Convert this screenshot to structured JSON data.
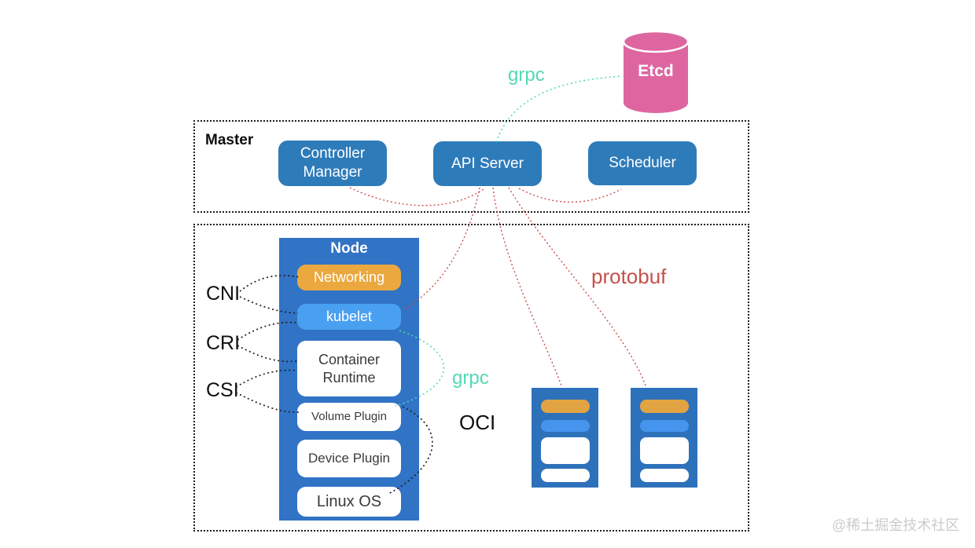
{
  "etcd": {
    "label": "Etcd"
  },
  "protocol_labels": {
    "grpc_top": "grpc",
    "grpc_mid": "grpc",
    "protobuf": "protobuf",
    "oci": "OCI"
  },
  "interface_labels": {
    "cni": "CNI",
    "cri": "CRI",
    "csi": "CSI"
  },
  "master": {
    "title": "Master",
    "components": [
      {
        "label": "Controller Manager"
      },
      {
        "label": "API Server"
      },
      {
        "label": "Scheduler"
      }
    ]
  },
  "node": {
    "title": "Node",
    "components": [
      {
        "label": "Networking",
        "color": "#eaa83f"
      },
      {
        "label": "kubelet",
        "color": "#4aa0f0"
      },
      {
        "label": "Container Runtime",
        "color": "#ffffff"
      },
      {
        "label": "Volume Plugin",
        "color": "#ffffff"
      },
      {
        "label": "Device Plugin",
        "color": "#ffffff"
      },
      {
        "label": "Linux OS",
        "color": "#ffffff"
      }
    ]
  },
  "watermark": "@稀土掘金技术社区",
  "colors": {
    "master_component_blue": "#2e7bba",
    "node_panel_blue": "#3173c5",
    "mini_node_blue": "#2e71bb",
    "mini_bar_orange": "#e2a342",
    "mini_bar_blue": "#4595ef",
    "etcd_pink": "#dd66a1",
    "grpc_teal": "#54d9b4",
    "protobuf_red": "#c5504c",
    "dashed_border": "#1c1c1c"
  }
}
